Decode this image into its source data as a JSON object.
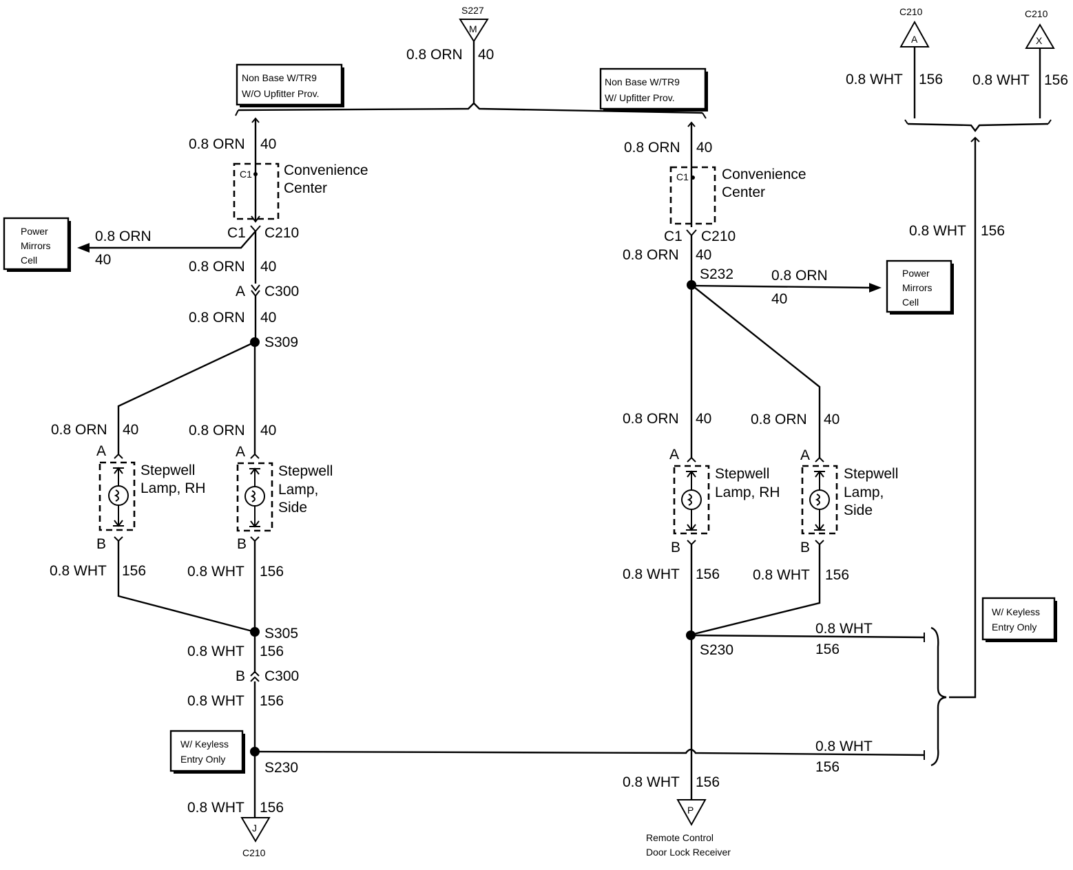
{
  "page": {
    "title": "",
    "background": "#ffffff",
    "ink": "#000000"
  },
  "wires": {
    "orn": "0.8 ORN",
    "wht": "0.8 WHT",
    "circuit_40": "40",
    "circuit_156": "156"
  },
  "terminals": {
    "s227_name": "S227",
    "s227_letter": "M",
    "c210_a_name": "C210",
    "c210_a_letter": "A",
    "c210_x_name": "C210",
    "c210_x_letter": "X",
    "c210_j_name": "C210",
    "c210_j_letter": "J",
    "receiver_letter": "P",
    "receiver_line1": "Remote Control",
    "receiver_line2": "Door Lock Receiver"
  },
  "option_boxes": {
    "left_line1": "Non Base W/TR9",
    "left_line2": "W/O Upfitter Prov.",
    "right_line1": "Non Base W/TR9",
    "right_line2": "W/ Upfitter Prov.",
    "keyless_line1": "W/ Keyless",
    "keyless_line2": "Entry Only"
  },
  "components": {
    "convenience_line1": "Convenience",
    "convenience_line2": "Center",
    "c1_inner": "C1",
    "stepwell_word": "Stepwell",
    "lamp_rh": "Lamp, RH",
    "lamp_word": "Lamp,",
    "side_word": "Side",
    "power_line1": "Power",
    "power_line2": "Mirrors",
    "power_line3": "Cell"
  },
  "connectors": {
    "c1": "C1",
    "c210": "C210",
    "c300": "C300",
    "pin_a": "A",
    "pin_b": "B"
  },
  "splices": {
    "s309": "S309",
    "s305": "S305",
    "s230": "S230",
    "s232": "S232"
  }
}
